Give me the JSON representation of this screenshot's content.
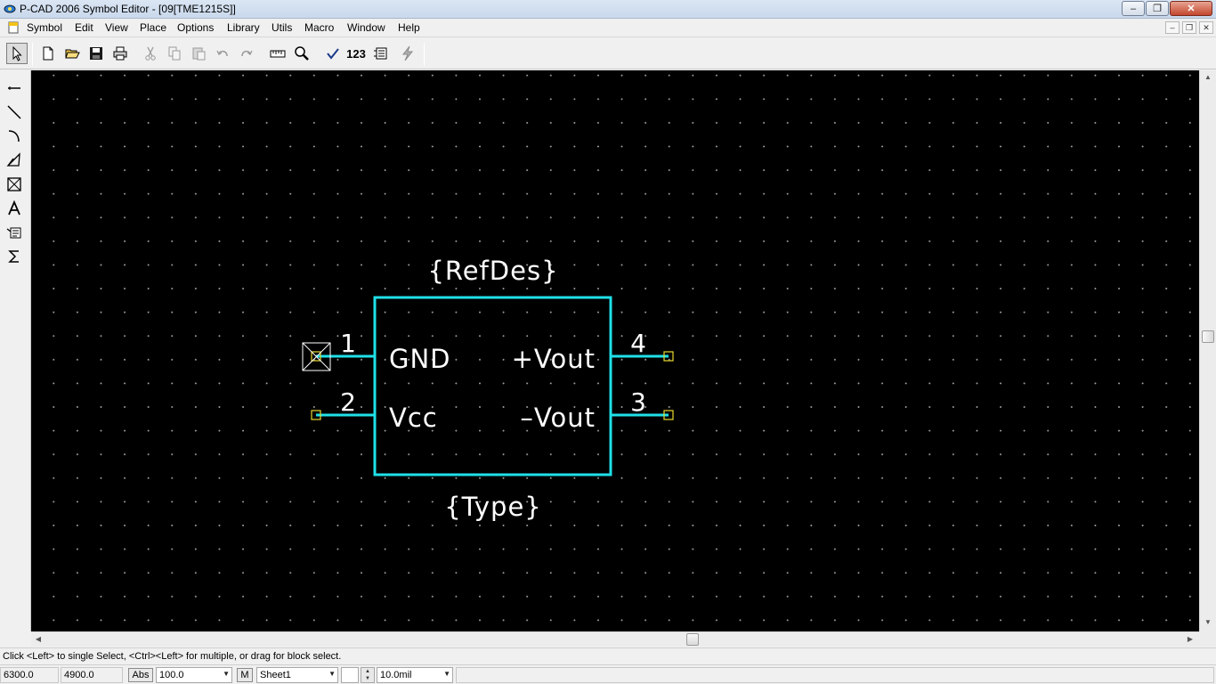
{
  "window": {
    "title": "P-CAD 2006 Symbol Editor - [09[TME1215S]]",
    "min_label": "–",
    "max_label": "❐",
    "close_label": "✕"
  },
  "menu": {
    "items": [
      "Symbol",
      "Edit",
      "View",
      "Place",
      "Options",
      "Library",
      "Utils",
      "Macro",
      "Window",
      "Help"
    ],
    "mdi_min": "–",
    "mdi_restore": "❐",
    "mdi_close": "✕"
  },
  "toolbar": {
    "count_label": "123",
    "icons": [
      "select-arrow-icon",
      "new-file-icon",
      "open-folder-icon",
      "save-icon",
      "print-icon",
      "cut-icon",
      "copy-icon",
      "paste-icon",
      "undo-icon",
      "redo-icon",
      "measure-ruler-icon",
      "zoom-icon",
      "validate-check-icon",
      "renumber-123-icon",
      "symbol-wizard-icon",
      "lightning-icon"
    ]
  },
  "palette": {
    "icons": [
      "place-pin-icon",
      "place-line-icon",
      "place-arc-icon",
      "place-polygon-icon",
      "place-ref-point-icon",
      "place-text-icon",
      "place-attribute-icon",
      "place-field-icon"
    ]
  },
  "symbol": {
    "refdes": "{RefDes}",
    "type": "{Type}",
    "pins": [
      {
        "number": "1",
        "name": "GND"
      },
      {
        "number": "2",
        "name": "Vcc"
      },
      {
        "number": "4",
        "name": "+Vout"
      },
      {
        "number": "3",
        "name": "–Vout"
      }
    ],
    "colors": {
      "body": "#1fe0e8",
      "text": "#ffffff",
      "pin_end": "#e8d830",
      "grid": "#9a9a9a"
    }
  },
  "status": {
    "hint": "Click <Left> to single Select, <Ctrl><Left> for multiple, or drag for block select.",
    "x": "6300.0",
    "y": "4900.0",
    "abs_label": "Abs",
    "zoom": "100.0",
    "m_label": "M",
    "sheet": "Sheet1",
    "grid": "10.0mil"
  }
}
